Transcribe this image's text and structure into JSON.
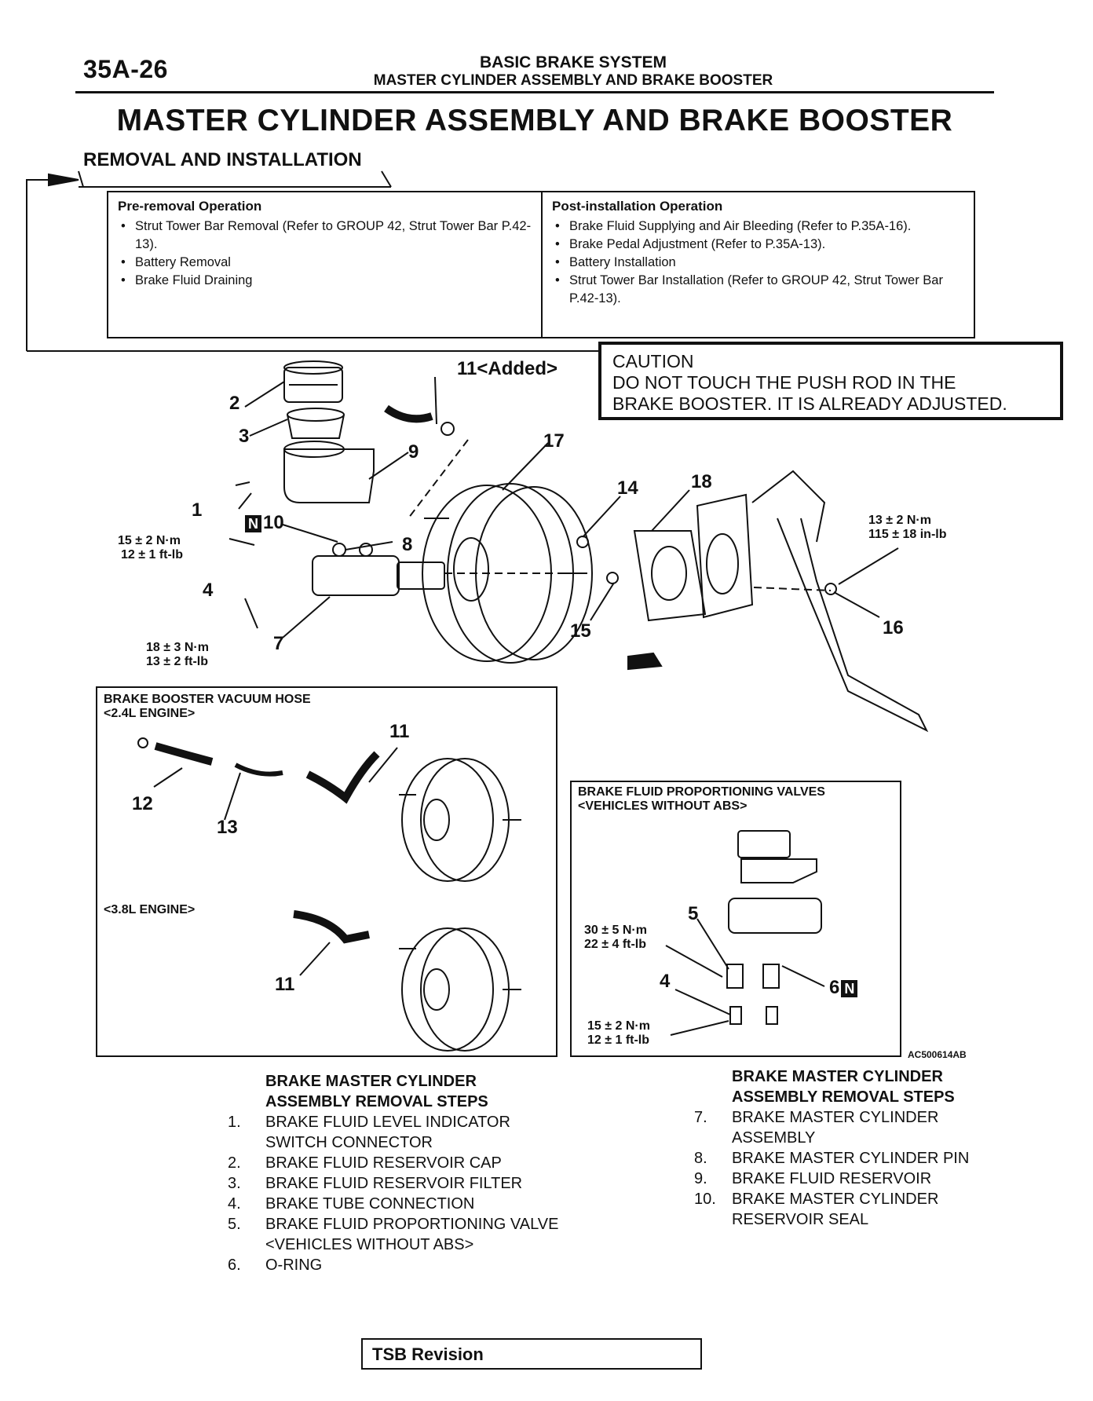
{
  "header": {
    "page_number": "35A-26",
    "title": "BASIC BRAKE SYSTEM",
    "subtitle": "MASTER CYLINDER ASSEMBLY AND BRAKE BOOSTER"
  },
  "main_title": "MASTER CYLINDER ASSEMBLY AND BRAKE BOOSTER",
  "section_title": "REMOVAL AND INSTALLATION",
  "pre_removal": {
    "heading": "Pre-removal Operation",
    "items": [
      "Strut Tower Bar Removal (Refer to GROUP 42, Strut Tower Bar P.42-13).",
      "Battery Removal",
      "Brake Fluid Draining"
    ]
  },
  "post_installation": {
    "heading": "Post-installation Operation",
    "items": [
      "Brake Fluid Supplying and Air Bleeding (Refer to P.35A-16).",
      "Brake Pedal Adjustment (Refer to P.35A-13).",
      "Battery Installation",
      "Strut Tower Bar Installation (Refer to GROUP 42, Strut Tower Bar P.42-13)."
    ]
  },
  "caution": {
    "line1": "CAUTION",
    "line2": "DO NOT TOUCH THE PUSH ROD IN THE",
    "line3": "BRAKE BOOSTER. IT IS ALREADY ADJUSTED."
  },
  "diagram": {
    "callouts": {
      "c1": "1",
      "c2": "2",
      "c3": "3",
      "c4": "4",
      "c7": "7",
      "c8": "8",
      "c9": "9",
      "c10": "10",
      "c10_badge": "N",
      "c11_added": "11<Added>",
      "c14": "14",
      "c15": "15",
      "c16": "16",
      "c17": "17",
      "c18": "18"
    },
    "torques": {
      "t4_nm": "15 ± 2 N·m",
      "t4_ftlb": "12 ± 1 ft-lb",
      "t7_nm": "18 ± 3 N·m",
      "t7_ftlb": "13 ± 2 ft-lb",
      "t16_nm": "13 ± 2 N·m",
      "t16_inlb": "115 ± 18 in-lb"
    }
  },
  "vacuum_panel": {
    "heading1": "BRAKE BOOSTER VACUUM HOSE",
    "heading2": "<2.4L ENGINE>",
    "label_38": "<3.8L ENGINE>",
    "c11a": "11",
    "c12": "12",
    "c13": "13",
    "c11b": "11"
  },
  "valve_panel": {
    "heading1": "BRAKE FLUID PROPORTIONING VALVES",
    "heading2": "<VEHICLES WITHOUT ABS>",
    "c5": "5",
    "c4": "4",
    "c6": "6",
    "c6_badge": "N",
    "t5_nm": "30 ± 5 N·m",
    "t5_ftlb": "22 ± 4 ft-lb",
    "t4_nm": "15 ± 2 N·m",
    "t4_ftlb": "12 ± 1 ft-lb",
    "figure_code": "AC500614AB"
  },
  "steps_left": {
    "heading1": "BRAKE MASTER CYLINDER",
    "heading2": "ASSEMBLY REMOVAL STEPS",
    "items": [
      {
        "num": "1.",
        "text": "BRAKE FLUID LEVEL INDICATOR SWITCH CONNECTOR"
      },
      {
        "num": "2.",
        "text": "BRAKE FLUID RESERVOIR CAP"
      },
      {
        "num": "3.",
        "text": "BRAKE FLUID RESERVOIR FILTER"
      },
      {
        "num": "4.",
        "text": "BRAKE TUBE CONNECTION"
      },
      {
        "num": "5.",
        "text": "BRAKE FLUID PROPORTIONING VALVE <VEHICLES WITHOUT ABS>"
      },
      {
        "num": "6.",
        "text": "O-RING"
      }
    ]
  },
  "steps_right": {
    "heading1": "BRAKE MASTER CYLINDER",
    "heading2": "ASSEMBLY REMOVAL STEPS",
    "items": [
      {
        "num": "7.",
        "text": "BRAKE MASTER CYLINDER ASSEMBLY"
      },
      {
        "num": "8.",
        "text": "BRAKE MASTER CYLINDER PIN"
      },
      {
        "num": "9.",
        "text": "BRAKE FLUID RESERVOIR"
      },
      {
        "num": "10.",
        "text": "BRAKE MASTER CYLINDER RESERVOIR SEAL"
      }
    ]
  },
  "footer": {
    "tsb": "TSB Revision"
  }
}
